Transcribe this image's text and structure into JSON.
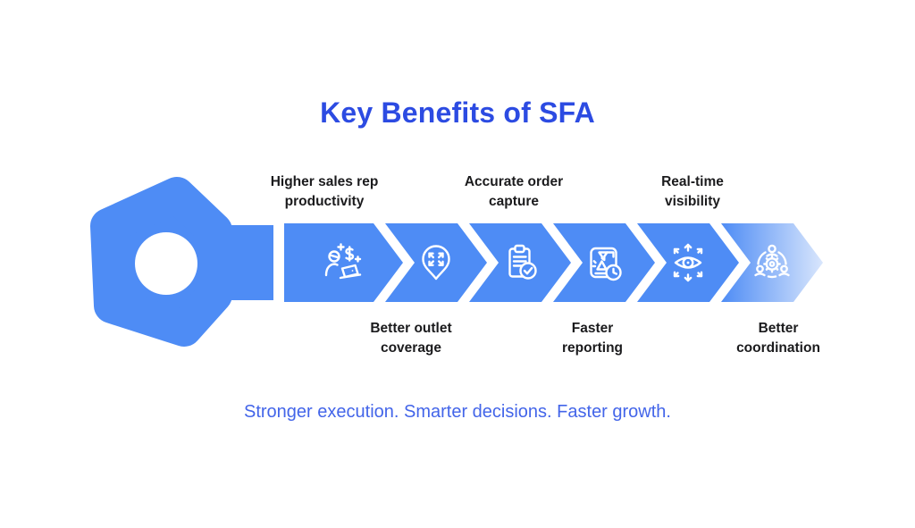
{
  "title": "Key Benefits of SFA",
  "tagline": "Stronger execution. Smarter decisions. Faster growth.",
  "benefits": [
    {
      "label": "Higher sales rep\nproductivity",
      "position": "top",
      "icon": "sales-rep-productivity-icon"
    },
    {
      "label": "Better outlet\ncoverage",
      "position": "bottom",
      "icon": "outlet-coverage-icon"
    },
    {
      "label": "Accurate order\ncapture",
      "position": "top",
      "icon": "order-capture-icon"
    },
    {
      "label": "Faster\nreporting",
      "position": "bottom",
      "icon": "faster-reporting-icon"
    },
    {
      "label": "Real-time\nvisibility",
      "position": "top",
      "icon": "real-time-visibility-icon"
    },
    {
      "label": "Better\ncoordination",
      "position": "bottom",
      "icon": "coordination-icon"
    }
  ],
  "colors": {
    "key_blue": "#4E8CF5",
    "key_fade_end": "#D9E6FC",
    "title_blue": "#2C4BE2",
    "tagline_blue": "#4365E9",
    "label_text": "#1B1B1D",
    "background": "#FFFFFF"
  }
}
